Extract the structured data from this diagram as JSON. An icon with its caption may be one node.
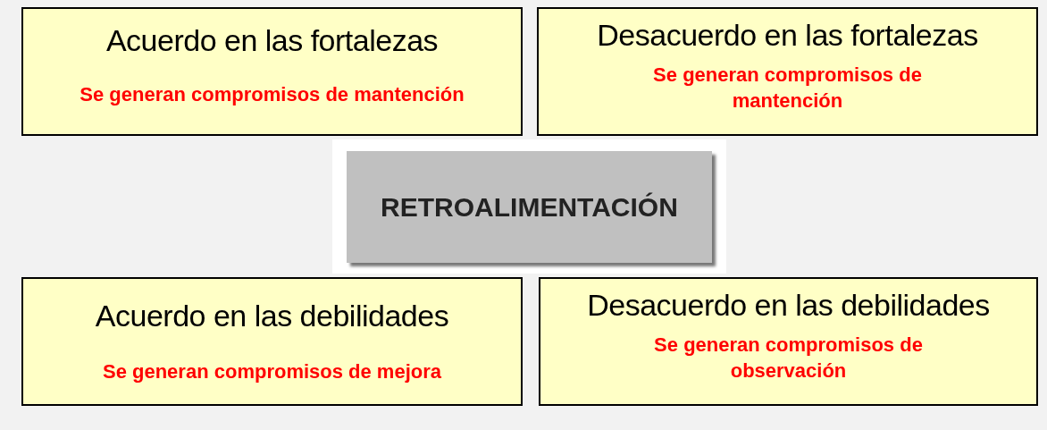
{
  "diagram": {
    "nodes": [
      {
        "text": [
          "Acuerdo en las fortalezas",
          "Se generan compromisos de mantención"
        ]
      },
      {
        "text": [
          "Desacuerdo en las fortalezas",
          "Se generan compromisos de mantención"
        ]
      },
      {
        "text": [
          "RETROALIMENTACIÓN"
        ]
      },
      {
        "text": [
          "Acuerdo en las debilidades",
          "Se generan compromisos de mejora"
        ]
      },
      {
        "text": [
          "Desacuerdo en las debilidades",
          "Se generan compromisos de observación"
        ]
      }
    ]
  }
}
